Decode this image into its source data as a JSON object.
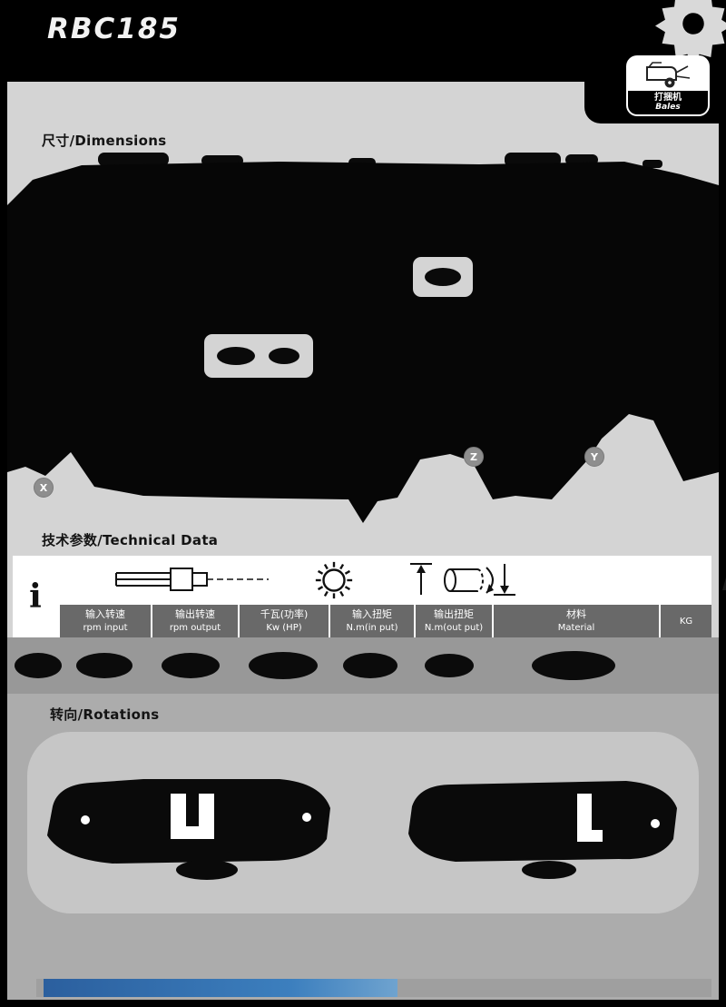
{
  "model": "RBC185",
  "colors": {
    "accent_blue": "#2b5f9e",
    "page_background": "#d4d4d4",
    "band_gray": "#989898",
    "panel_gray": "#c6c6c6",
    "table_header_bg": "#696969",
    "ink": "#000000"
  },
  "badge": {
    "cn": "打捆机",
    "en": "Bales",
    "icon": "baler-icon"
  },
  "sections": {
    "dimensions": "尺寸/Dimensions",
    "technical": "技术参数/Technical Data",
    "rotations": "转向/Rotations"
  },
  "drawing": {
    "label_x": "X",
    "label_y": "Y",
    "label_z": "Z"
  },
  "table": {
    "info_symbol": "i",
    "columns": [
      {
        "cn": "输入转速",
        "en": "rpm input"
      },
      {
        "cn": "输出转速",
        "en": "rpm output"
      },
      {
        "cn": "千瓦(功率)",
        "en": "Kw (HP)"
      },
      {
        "cn": "输入扭矩",
        "en": "N.m(in put)"
      },
      {
        "cn": "输出扭矩",
        "en": "N.m(out put)"
      },
      {
        "cn": "材料",
        "en": "Material"
      },
      {
        "cn": "",
        "en": "KG"
      }
    ],
    "values_note": ""
  },
  "icons": {
    "header": "gear-icon",
    "badge": "baler-icon",
    "speed": "spline-shaft-icon",
    "power": "sun-power-icon",
    "torque": "torque-arrows-icon",
    "weight": "weight-icon"
  }
}
